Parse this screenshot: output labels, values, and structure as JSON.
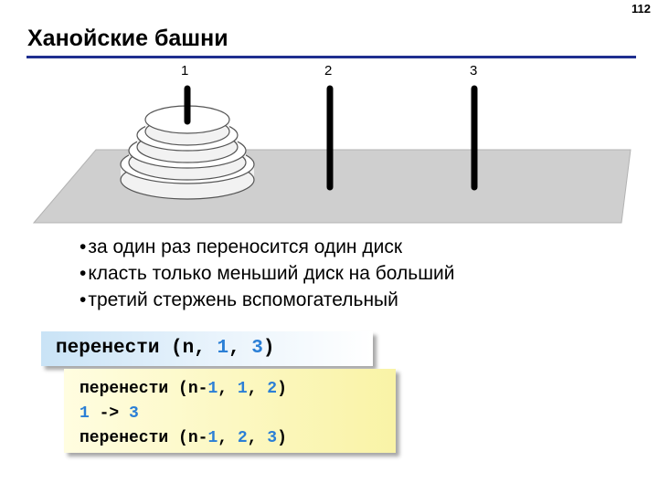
{
  "page_number": "112",
  "title": "Ханойские башни",
  "pegs": [
    "1",
    "2",
    "3"
  ],
  "bullets": [
    "за один раз переносится один диск",
    "класть только меньший диск на больший",
    "третий стержень вспомогательный"
  ],
  "code_main": {
    "func": "перенести",
    "open": " (",
    "arg1": "n",
    "sep1": ", ",
    "arg2": "1",
    "sep2": ", ",
    "arg3": "3",
    "close": ")"
  },
  "code_body": {
    "line1": {
      "func": "перенести",
      "open": " (",
      "a": "n-",
      "b": "1",
      "sep1": ", ",
      "c": "1",
      "sep2": ", ",
      "d": "2",
      "close": ")"
    },
    "line2": {
      "from": "1",
      "arrow": " -> ",
      "to": "3"
    },
    "line3": {
      "func": "перенести",
      "open": " (",
      "a": "n-",
      "b": "1",
      "sep1": ", ",
      "c": "2",
      "sep2": ", ",
      "d": "3",
      "close": ")"
    }
  },
  "colors": {
    "title_rule": "#1f2f8f",
    "number_color": "#2b7fd6",
    "main_box_gradient_start": "#c9e3f6",
    "body_box_gradient_end": "#f9f3a6",
    "board": "#cfcfcf",
    "peg": "#000000"
  }
}
